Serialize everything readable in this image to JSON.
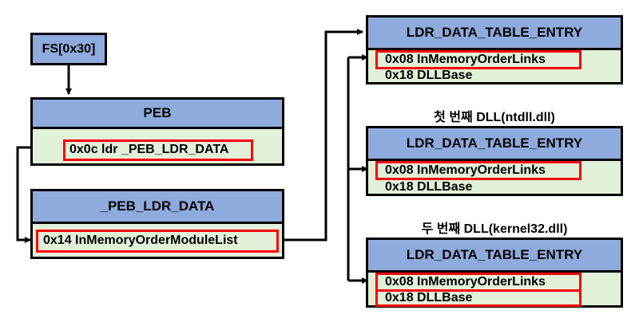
{
  "fs": {
    "label": "FS[0x30]"
  },
  "peb": {
    "title": "PEB",
    "field": "0x0c ldr _PEB_LDR_DATA"
  },
  "ldr_data": {
    "title": "_PEB_LDR_DATA",
    "field": "0x14 InMemoryOrderModuleList"
  },
  "entries": [
    {
      "title": "LDR_DATA_TABLE_ENTRY",
      "field1": "0x08 InMemoryOrderLinks",
      "field2": "0x18 DLLBase",
      "caption": ""
    },
    {
      "title": "LDR_DATA_TABLE_ENTRY",
      "field1": "0x08 InMemoryOrderLinks",
      "field2": "0x18 DLLBase",
      "caption": "첫 번째 DLL(ntdll.dll)"
    },
    {
      "title": "LDR_DATA_TABLE_ENTRY",
      "field1": "0x08 InMemoryOrderLinks",
      "field2": "0x18 DLLBase",
      "caption": "두 번째 DLL(kernel32.dll)"
    }
  ],
  "colors": {
    "header": "#8faadc",
    "body": "#e2f0d9",
    "highlight": "#ff0000",
    "border": "#000000"
  }
}
